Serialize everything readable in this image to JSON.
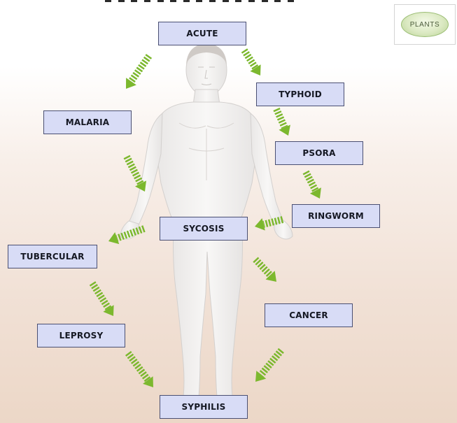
{
  "plants_button": {
    "label": "PLANTS"
  },
  "diagram": {
    "nodes": [
      {
        "id": "acute",
        "label": "ACUTE"
      },
      {
        "id": "typhoid",
        "label": "TYPHOID"
      },
      {
        "id": "malaria",
        "label": "MALARIA"
      },
      {
        "id": "psora",
        "label": "PSORA"
      },
      {
        "id": "ringworm",
        "label": "RINGWORM"
      },
      {
        "id": "sycosis",
        "label": "SYCOSIS"
      },
      {
        "id": "tubercular",
        "label": "TUBERCULAR"
      },
      {
        "id": "cancer",
        "label": "CANCER"
      },
      {
        "id": "leprosy",
        "label": "LEPROSY"
      },
      {
        "id": "syphilis",
        "label": "SYPHILIS"
      }
    ],
    "edges": [
      [
        "acute",
        "malaria"
      ],
      [
        "acute",
        "typhoid"
      ],
      [
        "typhoid",
        "psora"
      ],
      [
        "psora",
        "ringworm"
      ],
      [
        "malaria",
        "sycosis"
      ],
      [
        "ringworm",
        "sycosis"
      ],
      [
        "sycosis",
        "tubercular"
      ],
      [
        "sycosis",
        "cancer"
      ],
      [
        "tubercular",
        "leprosy"
      ],
      [
        "leprosy",
        "syphilis"
      ],
      [
        "cancer",
        "syphilis"
      ]
    ],
    "arrow_color": "#7cb82e",
    "box_fill": "#d8dcf6",
    "box_border": "#4a4f72"
  }
}
